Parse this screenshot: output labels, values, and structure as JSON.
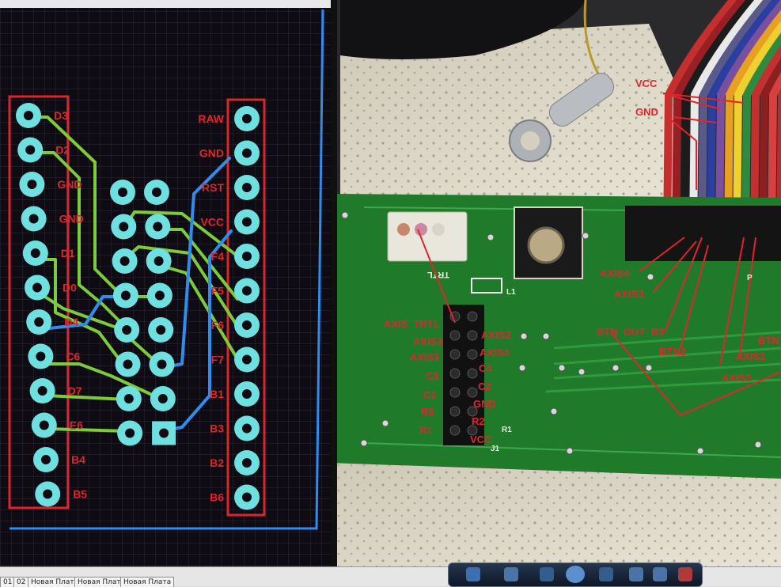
{
  "colors": {
    "pcb_background": "#0e0b12",
    "grid": "#2e2a38",
    "outline_red": "#d8262a",
    "pad_cyan": "#6fe0e0",
    "trace_green": "#7ccb3a",
    "trace_blue": "#2f8df0",
    "label_red": "#e0252a",
    "board_green": "#1f7a2a"
  },
  "pcb": {
    "left_labels": [
      "D3",
      "D2",
      "GND",
      "GND",
      "D1",
      "D0",
      "D4",
      "C6",
      "D7",
      "E6",
      "B4",
      "B5"
    ],
    "right_labels": [
      "RAW",
      "GND",
      "RST",
      "VCC",
      "F4",
      "F5",
      "F6",
      "F7",
      "B1",
      "B3",
      "B2",
      "B6"
    ]
  },
  "photo": {
    "connector_label": "TRTL",
    "wire_labels": {
      "vcc": "VCC",
      "gnd": "GND"
    },
    "header_left_labels": [
      "AXIS_TRTL",
      "AXIS3",
      "AXIS1",
      "C3",
      "C1",
      "R3",
      "R1"
    ],
    "header_right_labels": [
      "AXIS2",
      "AXIS4",
      "C4",
      "C2",
      "GND",
      "R2",
      "VCC"
    ],
    "cable_labels": [
      "AXIS4",
      "AXIS3",
      "BTN_OUT_R3",
      "BTN2",
      "AXIS1",
      "AXIS2",
      "BTN"
    ],
    "silk_labels": [
      "L1",
      "R1",
      "J1",
      "P"
    ]
  },
  "tabs": [
    "01",
    "02",
    "Новая Плата",
    "Новая Плата",
    "Новая Плата"
  ]
}
